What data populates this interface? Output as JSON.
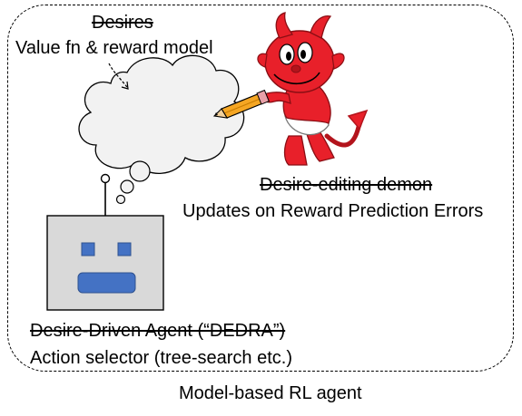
{
  "desires": {
    "title": "Desires",
    "subtitle": "Value fn & reward model"
  },
  "demon": {
    "title": "Desire-editing demon",
    "subtitle": "Updates on Reward Prediction Errors"
  },
  "agent": {
    "title": "Desire-Driven Agent (“DEDRA”)",
    "subtitle": "Action selector (tree-search etc.)"
  },
  "boundary_label": "Model-based RL agent",
  "colors": {
    "robot_face": "#d9d9d9",
    "robot_features": "#4472c4",
    "demon_red": "#e8202a",
    "demon_dark_red": "#b3141c",
    "pencil_body": "#f5a623"
  }
}
